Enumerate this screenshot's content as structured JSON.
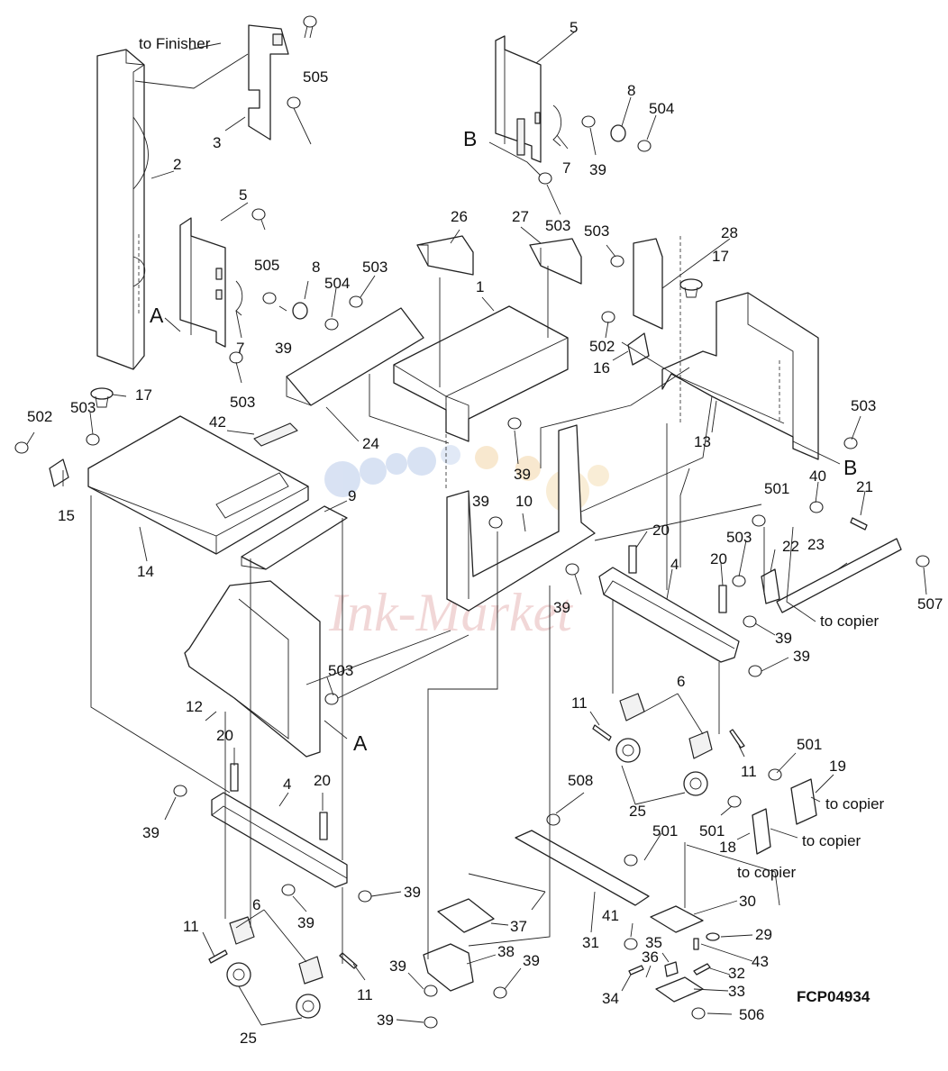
{
  "diagram_code": "FCP04934",
  "watermark": "Ink-Market",
  "text_labels": {
    "to_finisher": "to Finisher",
    "to_copier": "to copier",
    "point_a": "A",
    "point_b": "B"
  },
  "parts": {
    "p1": "1",
    "p2": "2",
    "p3": "3",
    "p4": "4",
    "p5": "5",
    "p6": "6",
    "p7": "7",
    "p8": "8",
    "p9": "9",
    "p10": "10",
    "p11": "11",
    "p12": "12",
    "p13": "13",
    "p14": "14",
    "p15": "15",
    "p16": "16",
    "p17": "17",
    "p18": "18",
    "p19": "19",
    "p20": "20",
    "p21": "21",
    "p22": "22",
    "p23": "23",
    "p24": "24",
    "p25": "25",
    "p26": "26",
    "p27": "27",
    "p28": "28",
    "p29": "29",
    "p30": "30",
    "p31": "31",
    "p32": "32",
    "p33": "33",
    "p34": "34",
    "p35": "35",
    "p36": "36",
    "p37": "37",
    "p38": "38",
    "p39": "39",
    "p40": "40",
    "p41": "41",
    "p42": "42",
    "p43": "43",
    "s501": "501",
    "s502": "502",
    "s503": "503",
    "s504": "504",
    "s505": "505",
    "s506": "506",
    "s507": "507",
    "s508": "508"
  }
}
